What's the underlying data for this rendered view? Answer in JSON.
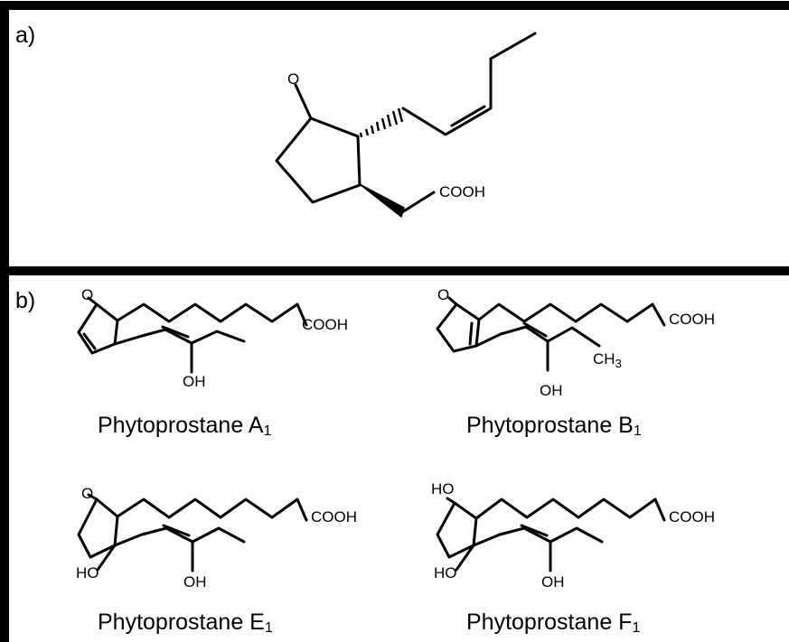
{
  "panels": [
    {
      "label": "a)",
      "atoms": {
        "ketone_o": "O",
        "acid": "COOH"
      }
    },
    {
      "label": "b)",
      "compounds": [
        {
          "name": "Phytoprostane A",
          "subscript": "1",
          "atoms": {
            "o1": "O",
            "acid": "COOH",
            "oh": "OH"
          }
        },
        {
          "name": "Phytoprostane B",
          "subscript": "1",
          "atoms": {
            "o1": "O",
            "acid": "COOH",
            "oh": "OH",
            "methyl": "CH",
            "methyl_sub": "3"
          }
        },
        {
          "name": "Phytoprostane E",
          "subscript": "1",
          "atoms": {
            "o1": "O",
            "acid": "COOH",
            "oh": "OH",
            "ho": "HO"
          }
        },
        {
          "name": "Phytoprostane F",
          "subscript": "1",
          "atoms": {
            "ho_top": "HO",
            "acid": "COOH",
            "oh": "OH",
            "ho": "HO"
          }
        }
      ]
    }
  ]
}
